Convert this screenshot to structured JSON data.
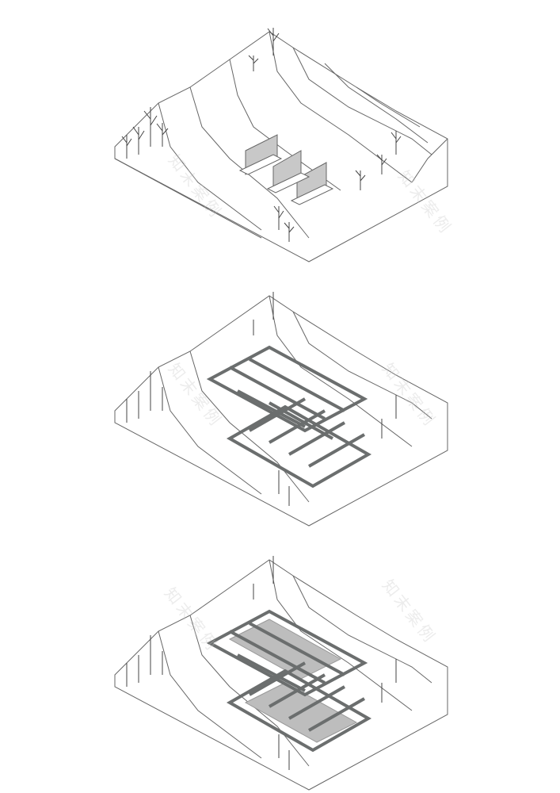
{
  "diagram": {
    "type": "isometric-site-sequence",
    "stages": [
      {
        "id": "stage-1",
        "label": "",
        "elements": [
          "terrain",
          "trees",
          "three-wall-panels-on-plinths"
        ]
      },
      {
        "id": "stage-2",
        "label": "",
        "elements": [
          "terrain",
          "trees",
          "walls",
          "steel-frame-grid"
        ]
      },
      {
        "id": "stage-3",
        "label": "",
        "elements": [
          "terrain",
          "trees",
          "walls",
          "steel-frame-grid",
          "grey-floor-decks"
        ]
      }
    ],
    "colors": {
      "line": "#555555",
      "frame": "#6b6e6e",
      "panel_fill": "#c8c8c8",
      "deck_fill": "#bdbdbd",
      "background": "#ffffff"
    }
  },
  "watermark": {
    "text": "知末案例"
  }
}
